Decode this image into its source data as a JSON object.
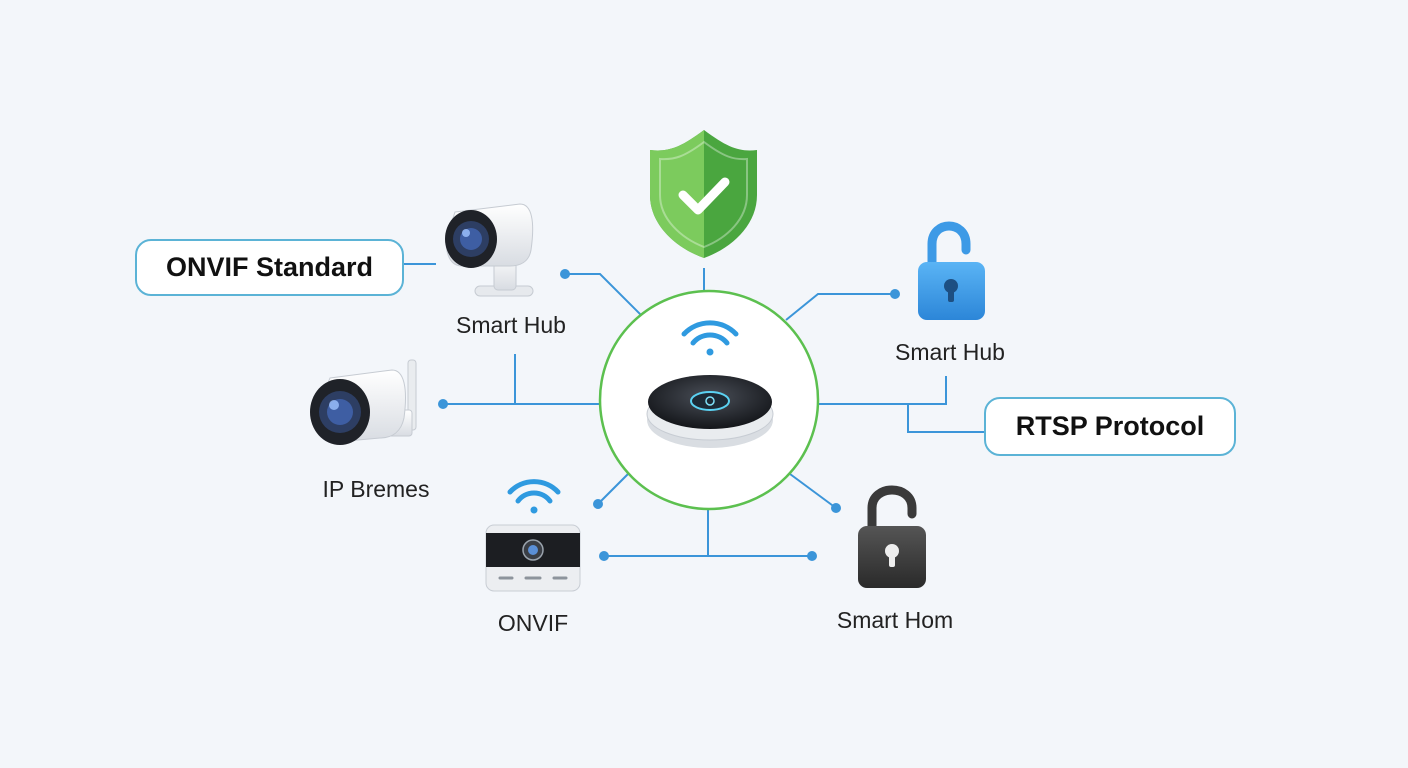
{
  "labels": {
    "onvif_standard": "ONVIF Standard",
    "rtsp_protocol": "RTSP Protocol",
    "camera_top": "Smart Hub",
    "camera_left": "IP Bremes",
    "doorbell": "ONVIF",
    "lock_blue": "Smart Hub",
    "lock_dark": "Smart Hom"
  },
  "icons": {
    "shield": "shield-check-icon",
    "hub": "smart-hub-device-icon",
    "wifi": "wifi-icon",
    "camera_top": "security-camera-icon",
    "camera_left": "security-camera-icon",
    "doorbell": "video-doorbell-icon",
    "lock_blue": "unlocked-padlock-icon",
    "lock_dark": "unlocked-padlock-icon"
  },
  "colors": {
    "background": "#f3f6fa",
    "connector": "#3b95d9",
    "hub_ring": "#5cc04f",
    "shield": "#5cb84d",
    "lock_blue": "#3d9ae6",
    "lock_dark": "#3a3a3a",
    "pill_border": "#5bb3d6"
  }
}
